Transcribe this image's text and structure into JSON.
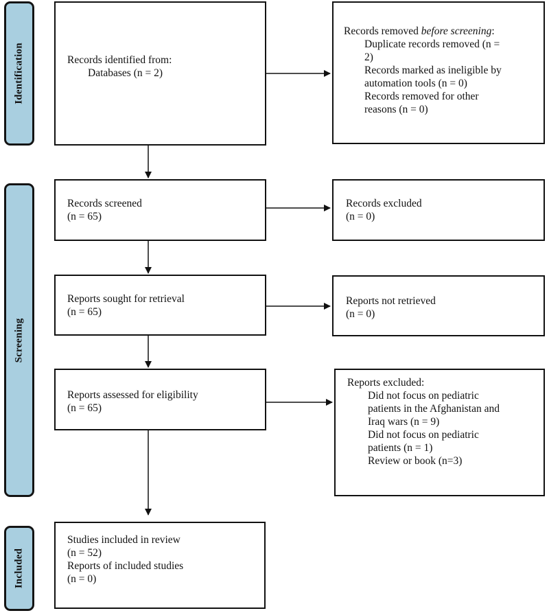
{
  "stages": {
    "identification": "Identification",
    "screening": "Screening",
    "included": "Included"
  },
  "identified": {
    "title": "Records identified from:",
    "databases": "Databases (n = 2)"
  },
  "removed": {
    "title_prefix": "Records removed ",
    "title_em": "before screening",
    "title_suffix": ":",
    "duplicates_1": "Duplicate records removed (n =",
    "duplicates_2": "2)",
    "ineligible_1": "Records marked as ineligible by",
    "ineligible_2": "automation tools (n = 0)",
    "other_1": "Records removed for other",
    "other_2": "reasons (n = 0)"
  },
  "screened": {
    "title": "Records screened",
    "count": "(n = 65)"
  },
  "excluded": {
    "title": "Records excluded",
    "count": "(n = 0)"
  },
  "sought": {
    "title": "Reports sought for retrieval",
    "count": "(n = 65)"
  },
  "not_retrieved": {
    "title": "Reports not retrieved",
    "count": "(n = 0)"
  },
  "assessed": {
    "title": "Reports assessed for eligibility",
    "count": "(n = 65)"
  },
  "reports_excluded": {
    "title": "Reports excluded:",
    "reason1_1": "Did not focus on pediatric",
    "reason1_2": "patients in the Afghanistan and",
    "reason1_3": "Iraq wars (n = 9)",
    "reason2_1": "Did not focus on pediatric",
    "reason2_2": "patients (n = 1)",
    "reason3": "Review or book (n=3)"
  },
  "included": {
    "studies": "Studies included in review",
    "studies_count": "(n = 52)",
    "reports": "Reports of included studies",
    "reports_count": "(n = 0)"
  }
}
